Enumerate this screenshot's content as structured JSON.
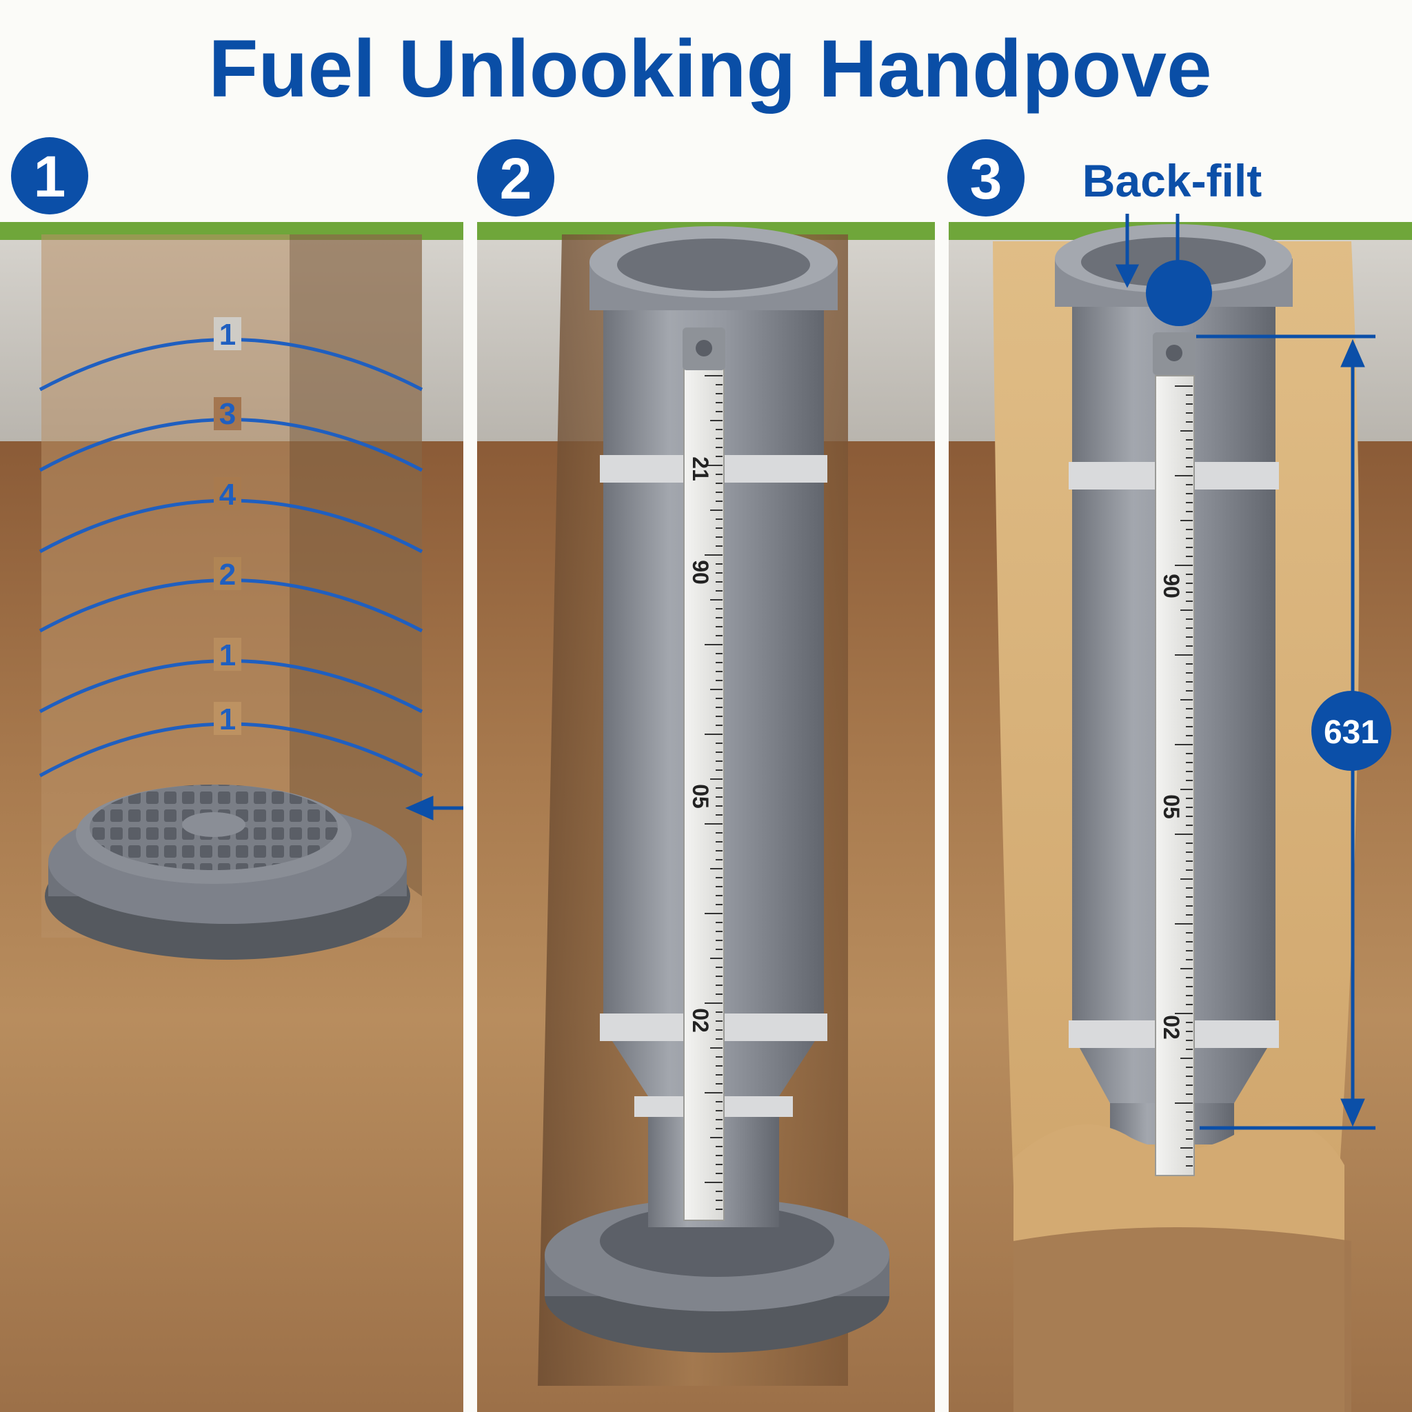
{
  "title": "Fuel Unlooking Handpove",
  "colors": {
    "accent_blue": "#0b4fa8",
    "title_blue": "#0a4ea6",
    "concrete": "#c9c6c0",
    "soil": "#9a6a42",
    "sand": "#d8b27a",
    "pipe_gray": "#8f939a",
    "grass": "#6fa63a"
  },
  "panels": [
    {
      "step_number": "1",
      "layer_labels": [
        "1",
        "3",
        "4",
        "2",
        "1",
        "1"
      ]
    },
    {
      "step_number": "2",
      "ruler_labels": [
        "21",
        "90",
        "05",
        "02"
      ]
    },
    {
      "step_number": "3",
      "callout_label": "Back-filt",
      "ruler_labels": [
        "90",
        "05",
        "02"
      ],
      "height_dimension": "631"
    }
  ],
  "icons": {
    "step_badge": "numbered-circle-icon",
    "dimension_arrow": "double-arrow-icon",
    "manhole_base": "manhole-base-icon",
    "ruler": "measuring-ruler-icon"
  }
}
